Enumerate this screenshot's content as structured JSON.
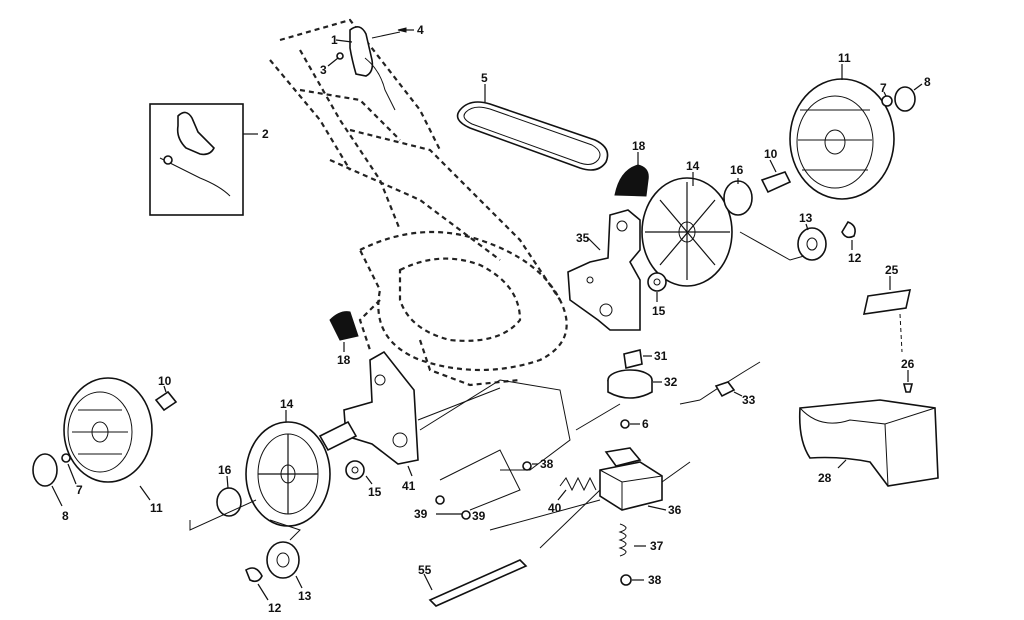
{
  "labels": {
    "p1": "1",
    "p2": "2",
    "p3": "3",
    "p4": "4",
    "p5": "5",
    "p6": "6",
    "p7a": "7",
    "p7b": "7",
    "p8a": "8",
    "p8b": "8",
    "p10a": "10",
    "p10b": "10",
    "p11a": "11",
    "p11b": "11",
    "p12a": "12",
    "p12b": "12",
    "p13a": "13",
    "p13b": "13",
    "p14a": "14",
    "p14b": "14",
    "p15a": "15",
    "p15b": "15",
    "p16a": "16",
    "p16b": "16",
    "p18a": "18",
    "p18b": "18",
    "p25": "25",
    "p26": "26",
    "p28": "28",
    "p31": "31",
    "p32": "32",
    "p33": "33",
    "p35": "35",
    "p36": "36",
    "p37": "37",
    "p38a": "38",
    "p38b": "38",
    "p39a": "39",
    "p39b": "39",
    "p40": "40",
    "p41": "41",
    "p55": "55"
  },
  "colors": {
    "ink": "#111111",
    "paper": "#ffffff"
  }
}
